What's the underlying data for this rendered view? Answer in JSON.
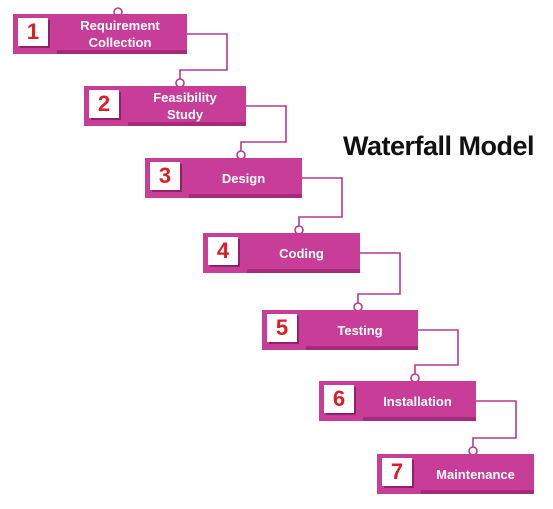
{
  "title": "Waterfall Model",
  "colors": {
    "bar": "#c73d98",
    "bar_shadow": "#a72b7c",
    "number": "#e01b24",
    "connector": "#b63a8c"
  },
  "steps": [
    {
      "number": "1",
      "label": "Requirement Collection"
    },
    {
      "number": "2",
      "label": "Feasibility Study"
    },
    {
      "number": "3",
      "label": "Design"
    },
    {
      "number": "4",
      "label": "Coding"
    },
    {
      "number": "5",
      "label": "Testing"
    },
    {
      "number": "6",
      "label": "Installation"
    },
    {
      "number": "7",
      "label": "Maintenance"
    }
  ]
}
